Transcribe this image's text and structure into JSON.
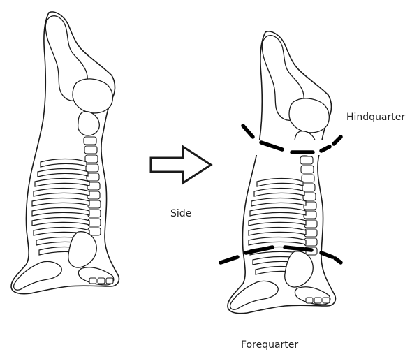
{
  "labels": {
    "side": "Side",
    "hindquarter": "Hindquarter",
    "forequarter": "Forequarter"
  },
  "colors": {
    "line": "#1a1a1a",
    "cut_line": "#000000",
    "background": "#ffffff"
  },
  "icons": {
    "arrow": "right-arrow-icon"
  }
}
